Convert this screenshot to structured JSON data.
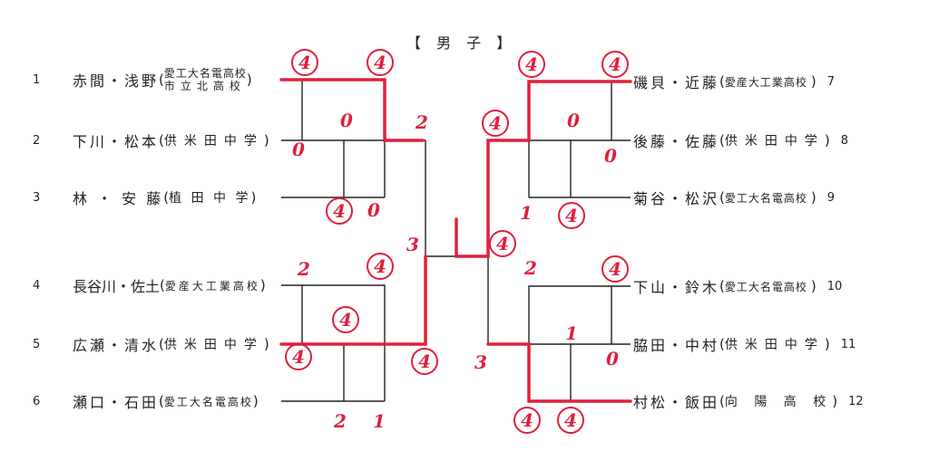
{
  "title": "【 男 子 】",
  "left_entries": [
    {
      "no": "1",
      "names": "赤間・浅野",
      "school_line1": "愛工大名電高校",
      "school_line2": "市立北高校"
    },
    {
      "no": "2",
      "names": "下川・松本",
      "school": "供米田中学"
    },
    {
      "no": "3",
      "names": "林 ・ 安 藤",
      "school": "植 田 中 学"
    },
    {
      "no": "4",
      "names": "長谷川・佐土",
      "school": "愛産大工業高校"
    },
    {
      "no": "5",
      "names": "広瀬・清水",
      "school": "供米田中学"
    },
    {
      "no": "6",
      "names": "瀬口・石田",
      "school": "愛工大名電高校"
    }
  ],
  "right_entries": [
    {
      "no": "7",
      "names": "磯貝・近藤",
      "school": "愛産大工業高校"
    },
    {
      "no": "8",
      "names": "後藤・佐藤",
      "school": "供米田中学"
    },
    {
      "no": "9",
      "names": "菊谷・松沢",
      "school": "愛工大名電高校"
    },
    {
      "no": "10",
      "names": "下山・鈴木",
      "school": "愛工大名電高校"
    },
    {
      "no": "11",
      "names": "脇田・中村",
      "school": "供米田中学"
    },
    {
      "no": "12",
      "names": "村松・飯田",
      "school": "向 陽 高 校"
    }
  ],
  "paren_open": "(",
  "paren_close": ")",
  "scores": [
    {
      "v": "4",
      "win": true
    },
    {
      "v": "4",
      "win": true
    },
    {
      "v": "0",
      "win": false
    },
    {
      "v": "2",
      "win": false
    },
    {
      "v": "0",
      "win": false
    },
    {
      "v": "4",
      "win": true
    },
    {
      "v": "0",
      "win": false
    },
    {
      "v": "3",
      "win": false
    },
    {
      "v": "4",
      "win": true
    },
    {
      "v": "4",
      "win": true
    },
    {
      "v": "4",
      "win": true
    },
    {
      "v": "0",
      "win": false
    },
    {
      "v": "0",
      "win": false
    },
    {
      "v": "1",
      "win": false
    },
    {
      "v": "4",
      "win": true
    },
    {
      "v": "4",
      "win": true
    },
    {
      "v": "2",
      "win": false
    },
    {
      "v": "4",
      "win": true
    },
    {
      "v": "4",
      "win": true
    },
    {
      "v": "4",
      "win": true
    },
    {
      "v": "4",
      "win": true
    },
    {
      "v": "2",
      "win": false
    },
    {
      "v": "1",
      "win": false
    },
    {
      "v": "2",
      "win": false
    },
    {
      "v": "4",
      "win": true
    },
    {
      "v": "1",
      "win": false
    },
    {
      "v": "0",
      "win": false
    },
    {
      "v": "3",
      "win": false
    },
    {
      "v": "4",
      "win": true
    },
    {
      "v": "4",
      "win": true
    }
  ],
  "colors": {
    "ink": "#222222",
    "red": "#e0203c"
  }
}
